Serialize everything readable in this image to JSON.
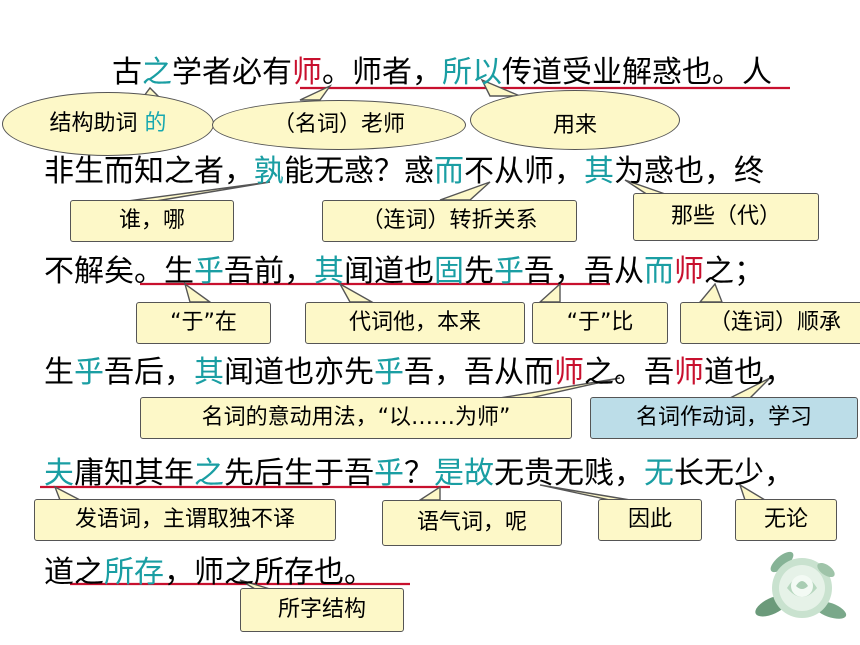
{
  "lines": [
    [
      "",
      "古",
      "之",
      "学者必有",
      "师",
      "。师者，",
      "所以",
      "传道受业解惑也。人"
    ],
    [
      "非生而知之者，",
      "孰",
      "能无惑？惑",
      "而",
      "不从师，",
      "其",
      "为惑也，终"
    ],
    [
      "不解矣。生",
      "乎",
      "吾前，",
      "其",
      "闻道也",
      "固",
      "先",
      "乎",
      "吾，吾从",
      "而",
      "师",
      "之；"
    ],
    [
      "生",
      "乎",
      "吾后，",
      "其",
      "闻道也亦先",
      "乎",
      "吾，吾从而",
      "师",
      "之。吾",
      "师",
      "道也，"
    ],
    [
      "夫",
      "庸知其年",
      "之",
      "先后生于吾",
      "乎",
      "？",
      "是故",
      "无贵无贱，",
      "无",
      "长无少，"
    ],
    [
      "道之",
      "所存",
      "，师之所存也。"
    ]
  ],
  "notes": {
    "jiegou": "结构助词",
    "jiegou_de": "的",
    "mingci_laoshi": "（名词）老师",
    "yonglai": "用来",
    "shei": "谁，哪",
    "lianci_zhuanzhe": "（连词）转折关系",
    "naxie": "那些（代）",
    "yu_zai": "“于”在",
    "daici_ta": "代词他，本来",
    "yu_bi": "“于”比",
    "lianci_shuncheng": "（连词）顺承",
    "yidong": "名词的意动用法，“以……为师”",
    "mingci_dongci": "名词作动词，学习",
    "fayuci": "发语词，主谓取独不译",
    "yuqici": "语气词，呢",
    "yinci": "因此",
    "wulun": "无论",
    "suozi": "所字结构"
  },
  "colors": {
    "teal": "#1a9ea3",
    "red": "#c8102e",
    "note_yellow": "#fdf8c8",
    "note_blue": "#bcdde8"
  },
  "decor": "rose-flower-icon"
}
